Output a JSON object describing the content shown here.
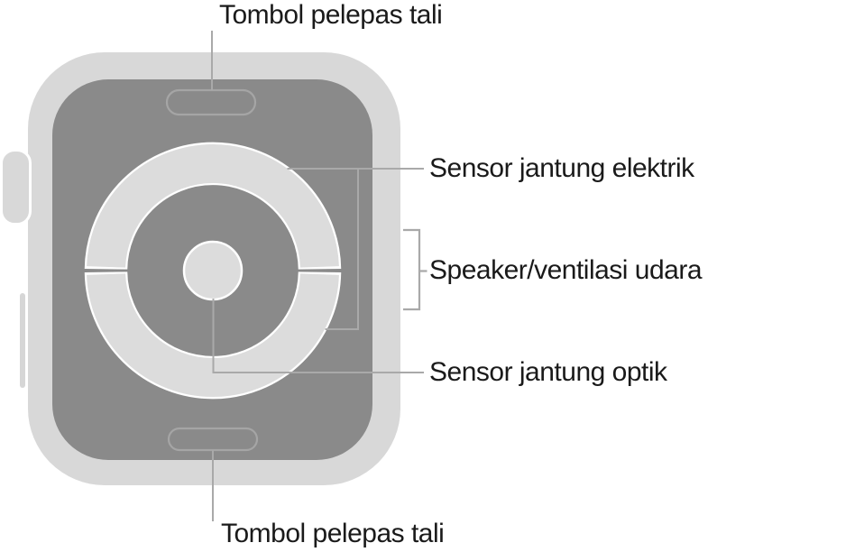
{
  "figure": {
    "type": "hardware-callout-diagram",
    "subject": "apple-watch-back",
    "labels": {
      "band_release_top": "Tombol pelepas tali",
      "electrical_heart_sensor": "Sensor jantung elektrik",
      "speaker_air_vent": "Speaker/ventilasi udara",
      "optical_heart_sensor": "Sensor jantung optik",
      "band_release_bottom": "Tombol pelepas tali"
    },
    "colors": {
      "background": "#ffffff",
      "case": "#d8d8d8",
      "back_panel": "#8a8a8a",
      "sensor_ring": "#dcdcdc",
      "hairline": "#ffffff",
      "callout_line": "#a9a9a9",
      "button_outline": "#a5a5a5",
      "text": "#1a1a1a"
    }
  }
}
